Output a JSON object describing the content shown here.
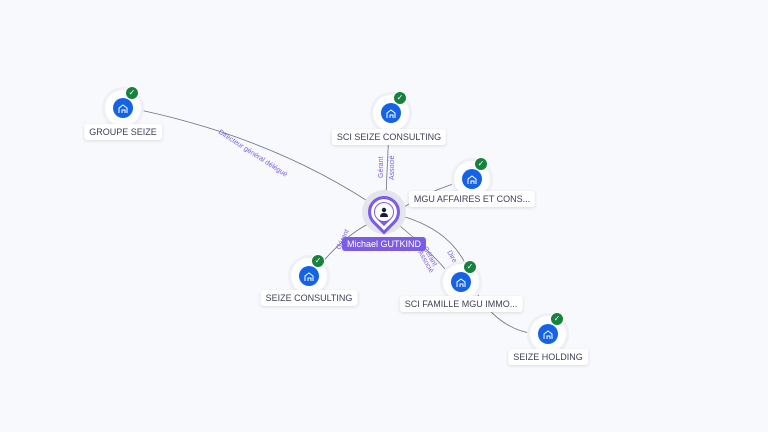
{
  "center": {
    "name": "Michael GUTKIND",
    "icon": "person-icon",
    "color": "#7c5ce6"
  },
  "companies": [
    {
      "id": "groupe-seize",
      "name": "GROUPE SEIZE",
      "verified": true
    },
    {
      "id": "sci-seize-consulting",
      "name": "SCI SEIZE CONSULTING",
      "verified": true
    },
    {
      "id": "mgu-affaires",
      "name": "MGU AFFAIRES ET CONS...",
      "verified": true
    },
    {
      "id": "seize-consulting",
      "name": "SEIZE CONSULTING",
      "verified": true
    },
    {
      "id": "sci-famille-mgu",
      "name": "SCI FAMILLE MGU IMMO...",
      "verified": true
    },
    {
      "id": "seize-holding",
      "name": "SEIZE HOLDING",
      "verified": true
    }
  ],
  "edges": {
    "groupe": "Directeur général délégué",
    "sci_seize_1": "Gérant",
    "sci_seize_2": "Associé",
    "seize_consulting": "Gérant",
    "sci_famille_1": "Gérant",
    "sci_famille_2": "Associé",
    "sci_famille_3": "Directeur"
  },
  "colors": {
    "company": "#1463e6",
    "verified": "#16823d",
    "edge": "#6b6f86"
  }
}
